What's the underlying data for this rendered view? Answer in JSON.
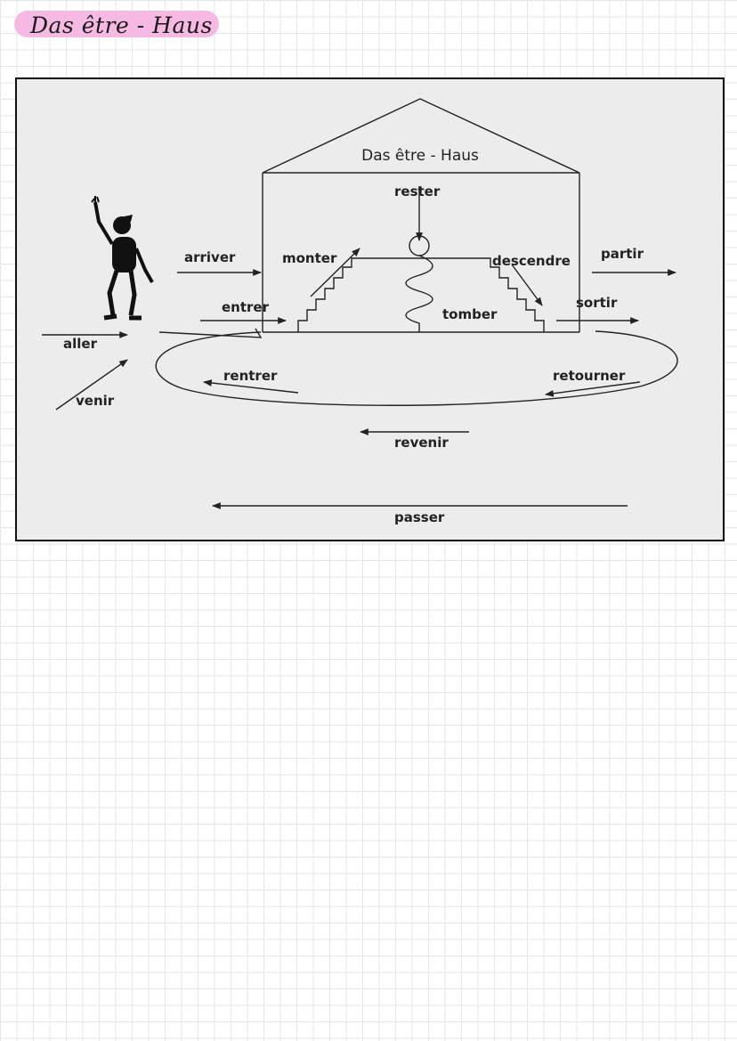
{
  "page_title": "Das être - Haus",
  "diagram": {
    "house_title": "Das être - Haus",
    "verbs": {
      "aller": "aller",
      "venir": "venir",
      "arriver": "arriver",
      "entrer": "entrer",
      "monter": "monter",
      "rester": "rester",
      "tomber": "tomber",
      "descendre": "descendre",
      "partir": "partir",
      "sortir": "sortir",
      "rentrer": "rentrer",
      "retourner": "retourner",
      "revenir": "revenir",
      "passer": "passer"
    },
    "icons": [
      "stick-figure-icon",
      "house-icon",
      "stairs-icon",
      "spring-icon"
    ]
  }
}
